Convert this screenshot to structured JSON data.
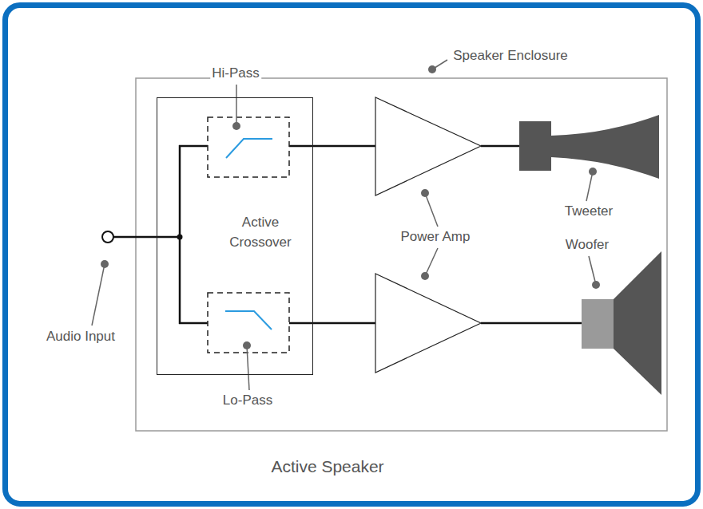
{
  "diagram": {
    "title": "Active Speaker",
    "nodes": [
      {
        "text": [
          "Active Crossover"
        ]
      }
    ],
    "labels": [
      "Speaker Enclosure",
      "Hi-Pass",
      "Power Amp",
      "Tweeter",
      "Woofer",
      "Audio Input",
      "Lo-Pass"
    ]
  }
}
